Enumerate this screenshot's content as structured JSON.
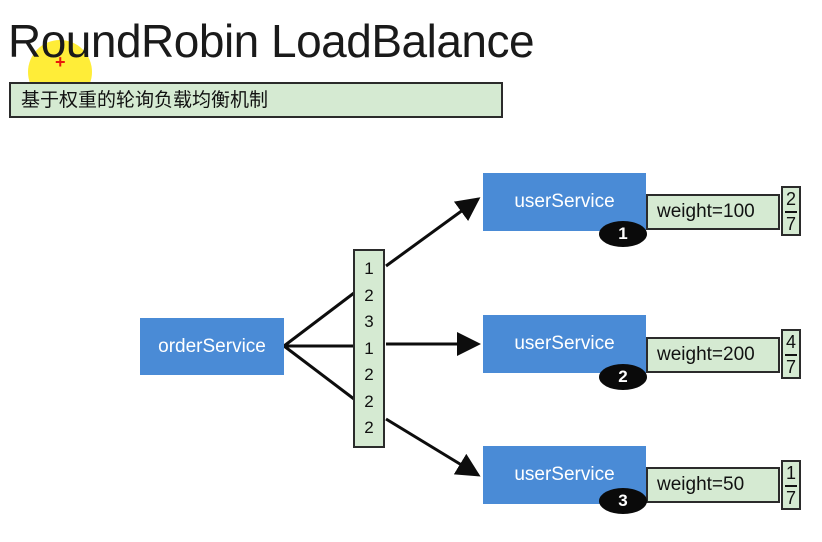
{
  "title": "RoundRobin LoadBalance",
  "subtitle": "基于权重的轮询负载均衡机制",
  "source_service": "orderService",
  "queue": [
    "1",
    "2",
    "3",
    "1",
    "2",
    "2",
    "2"
  ],
  "targets": [
    {
      "label": "userService",
      "badge": "1",
      "weight": "weight=100",
      "num": "2",
      "den": "7"
    },
    {
      "label": "userService",
      "badge": "2",
      "weight": "weight=200",
      "num": "4",
      "den": "7"
    },
    {
      "label": "userService",
      "badge": "3",
      "weight": "weight=50",
      "num": "1",
      "den": "7"
    }
  ],
  "colors": {
    "service_fill": "#4a8bd6",
    "note_fill": "#d5ead2",
    "badge_fill": "#0a0a0a",
    "cursor_highlight": "#ffe800",
    "cursor_cross": "#e8190c"
  }
}
